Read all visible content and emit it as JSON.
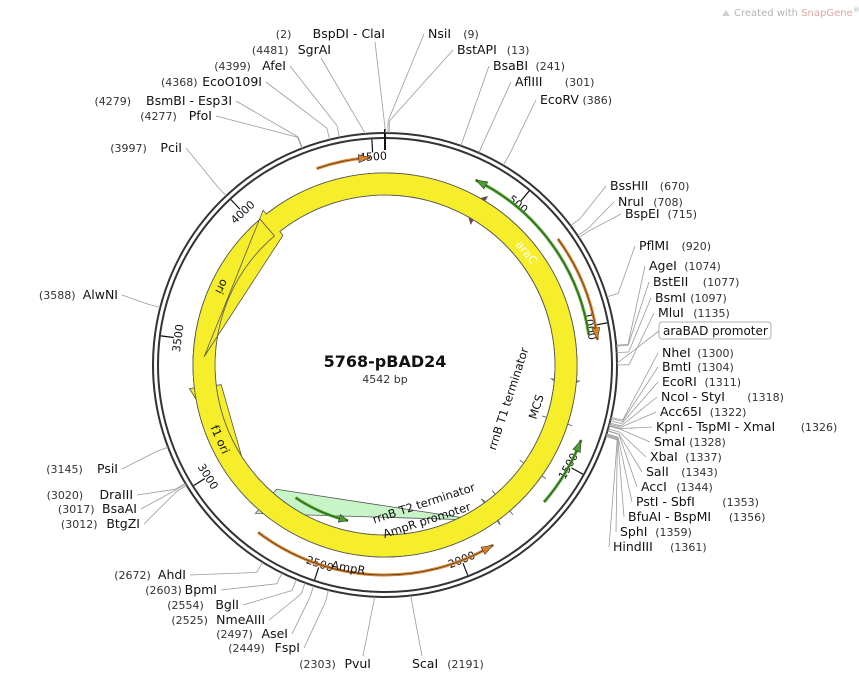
{
  "credit": {
    "prefix": "Created with ",
    "brand": "SnapGene",
    "mark": "®"
  },
  "plasmid": {
    "name": "5768-pBAD24",
    "length_label": "4542 bp",
    "length": 4542
  },
  "ticks": [
    {
      "pos": 500,
      "label": "500"
    },
    {
      "pos": 1000,
      "label": "1000"
    },
    {
      "pos": 1500,
      "label": "1500"
    },
    {
      "pos": 2000,
      "label": "2000"
    },
    {
      "pos": 2500,
      "label": "2500"
    },
    {
      "pos": 3000,
      "label": "3000"
    },
    {
      "pos": 3500,
      "label": "3500"
    },
    {
      "pos": 4000,
      "label": "4000"
    },
    {
      "pos": 4500,
      "label": "4500"
    }
  ],
  "sites": {
    "top": [
      {
        "name": "BspDI - ClaI",
        "pos": 2,
        "pos_label": "(2)"
      },
      {
        "name": "SgrAI",
        "pos": 4481,
        "pos_label": "(4481)"
      },
      {
        "name": "NsiI",
        "pos": 9,
        "pos_label": "(9)"
      },
      {
        "name": "BstAPI",
        "pos": 13,
        "pos_label": "(13)"
      }
    ],
    "right": [
      {
        "name": "BsaBI",
        "pos": 241,
        "pos_label": "(241)"
      },
      {
        "name": "AflIII",
        "pos": 301,
        "pos_label": "(301)"
      },
      {
        "name": "EcoRV",
        "pos": 386,
        "pos_label": "(386)"
      },
      {
        "name": "BssHII",
        "pos": 670,
        "pos_label": "(670)"
      },
      {
        "name": "NruI",
        "pos": 708,
        "pos_label": "(708)"
      },
      {
        "name": "BspEI",
        "pos": 715,
        "pos_label": "(715)"
      },
      {
        "name": "PflMI",
        "pos": 920,
        "pos_label": "(920)"
      },
      {
        "name": "AgeI",
        "pos": 1074,
        "pos_label": "(1074)"
      },
      {
        "name": "BstEII",
        "pos": 1077,
        "pos_label": "(1077)"
      },
      {
        "name": "BsmI",
        "pos": 1097,
        "pos_label": "(1097)"
      },
      {
        "name": "MluI",
        "pos": 1135,
        "pos_label": "(1135)"
      },
      {
        "name": "NheI",
        "pos": 1300,
        "pos_label": "(1300)"
      },
      {
        "name": "BmtI",
        "pos": 1304,
        "pos_label": "(1304)"
      },
      {
        "name": "EcoRI",
        "pos": 1311,
        "pos_label": "(1311)"
      },
      {
        "name": "NcoI - StyI",
        "pos": 1318,
        "pos_label": "(1318)"
      },
      {
        "name": "Acc65I",
        "pos": 1322,
        "pos_label": "(1322)"
      },
      {
        "name": "KpnI - TspMI - XmaI",
        "pos": 1326,
        "pos_label": "(1326)"
      },
      {
        "name": "SmaI",
        "pos": 1328,
        "pos_label": "(1328)"
      },
      {
        "name": "XbaI",
        "pos": 1337,
        "pos_label": "(1337)"
      },
      {
        "name": "SalI",
        "pos": 1343,
        "pos_label": "(1343)"
      },
      {
        "name": "AccI",
        "pos": 1344,
        "pos_label": "(1344)"
      },
      {
        "name": "PstI - SbfI",
        "pos": 1353,
        "pos_label": "(1353)"
      },
      {
        "name": "BfuAI - BspMI",
        "pos": 1356,
        "pos_label": "(1356)"
      },
      {
        "name": "SphI",
        "pos": 1359,
        "pos_label": "(1359)"
      },
      {
        "name": "HindIII",
        "pos": 1361,
        "pos_label": "(1361)"
      }
    ],
    "left": [
      {
        "name": "AfeI",
        "pos": 4399,
        "pos_label": "(4399)"
      },
      {
        "name": "EcoO109I",
        "pos": 4368,
        "pos_label": "(4368)"
      },
      {
        "name": "BsmBI - Esp3I",
        "pos": 4279,
        "pos_label": "(4279)"
      },
      {
        "name": "PfoI",
        "pos": 4277,
        "pos_label": "(4277)"
      },
      {
        "name": "PciI",
        "pos": 3997,
        "pos_label": "(3997)"
      },
      {
        "name": "AlwNI",
        "pos": 3588,
        "pos_label": "(3588)"
      },
      {
        "name": "PsiI",
        "pos": 3145,
        "pos_label": "(3145)"
      },
      {
        "name": "DraIII",
        "pos": 3020,
        "pos_label": "(3020)"
      },
      {
        "name": "BsaAI",
        "pos": 3017,
        "pos_label": "(3017)"
      },
      {
        "name": "BtgZI",
        "pos": 3012,
        "pos_label": "(3012)"
      },
      {
        "name": "AhdI",
        "pos": 2672,
        "pos_label": "(2672)"
      },
      {
        "name": "BpmI",
        "pos": 2603,
        "pos_label": "(2603)"
      },
      {
        "name": "BglI",
        "pos": 2554,
        "pos_label": "(2554)"
      },
      {
        "name": "NmeAIII",
        "pos": 2525,
        "pos_label": "(2525)"
      },
      {
        "name": "AseI",
        "pos": 2497,
        "pos_label": "(2497)"
      },
      {
        "name": "FspI",
        "pos": 2449,
        "pos_label": "(2449)"
      }
    ],
    "bottom": [
      {
        "name": "PvuI",
        "pos": 2303,
        "pos_label": "(2303)"
      },
      {
        "name": "ScaI",
        "pos": 2191,
        "pos_label": "(2191)"
      }
    ]
  },
  "features": {
    "araC": {
      "label": "araC",
      "color": "#9b2e6a"
    },
    "araBAD_promoter": {
      "label": "araBAD promoter",
      "color": "#ffffff"
    },
    "MCS": {
      "label": "MCS",
      "color": "#f5f08a"
    },
    "rrnB_T1": {
      "label": "rrnB T1 terminator",
      "color": "#ffffff"
    },
    "rrnB_T2": {
      "label": "rrnB T2 terminator",
      "color": "#ffffff"
    },
    "AmpR_promoter": {
      "label": "AmpR promoter",
      "color": "#ffffff"
    },
    "AmpR": {
      "label": "AmpR",
      "color": "#c8f5c8"
    },
    "f1_ori": {
      "label": "f1 ori",
      "color": "#f6ee2a"
    },
    "ori": {
      "label": "ori",
      "color": "#f6ee2a"
    }
  },
  "orf_colors": {
    "orange": "#d9822b",
    "green": "#4aa329"
  }
}
